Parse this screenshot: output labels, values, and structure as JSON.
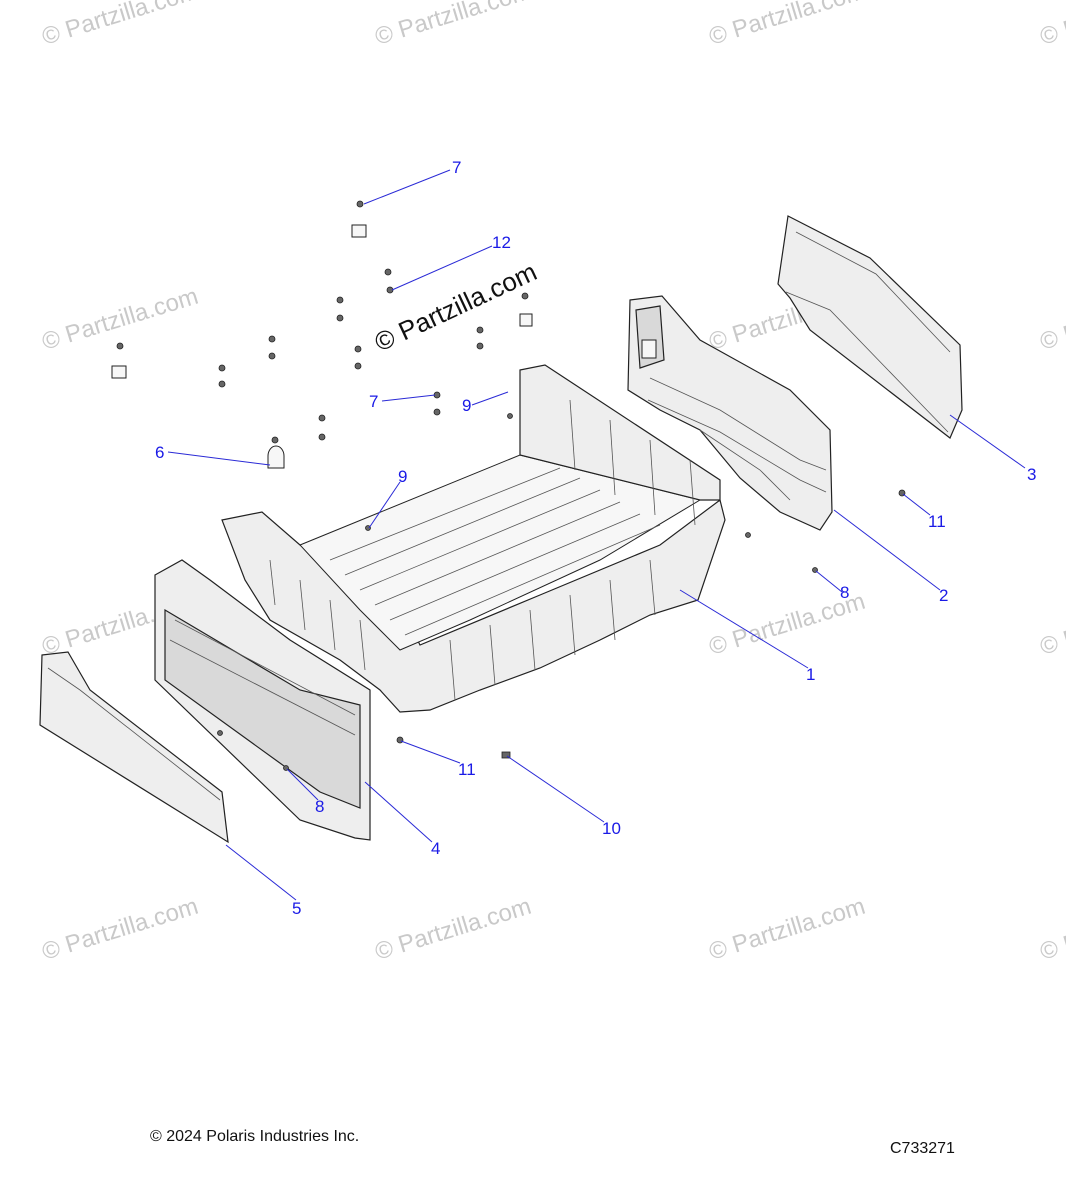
{
  "watermark": {
    "text": "© Partzilla.com"
  },
  "footer": {
    "copyright": "© 2024 Polaris Industries Inc.",
    "diagram_code": "C733271"
  },
  "callouts": {
    "c7a": "7",
    "c12": "12",
    "c7b": "7",
    "c9a": "9",
    "c6": "6",
    "c9b": "9",
    "c3": "3",
    "c11a": "11",
    "c2": "2",
    "c8a": "8",
    "c1": "1",
    "c11b": "11",
    "c8b": "8",
    "c4": "4",
    "c10": "10",
    "c5": "5"
  },
  "colors": {
    "callout": "#1a1ae6",
    "watermark": "#c9c9c9"
  }
}
